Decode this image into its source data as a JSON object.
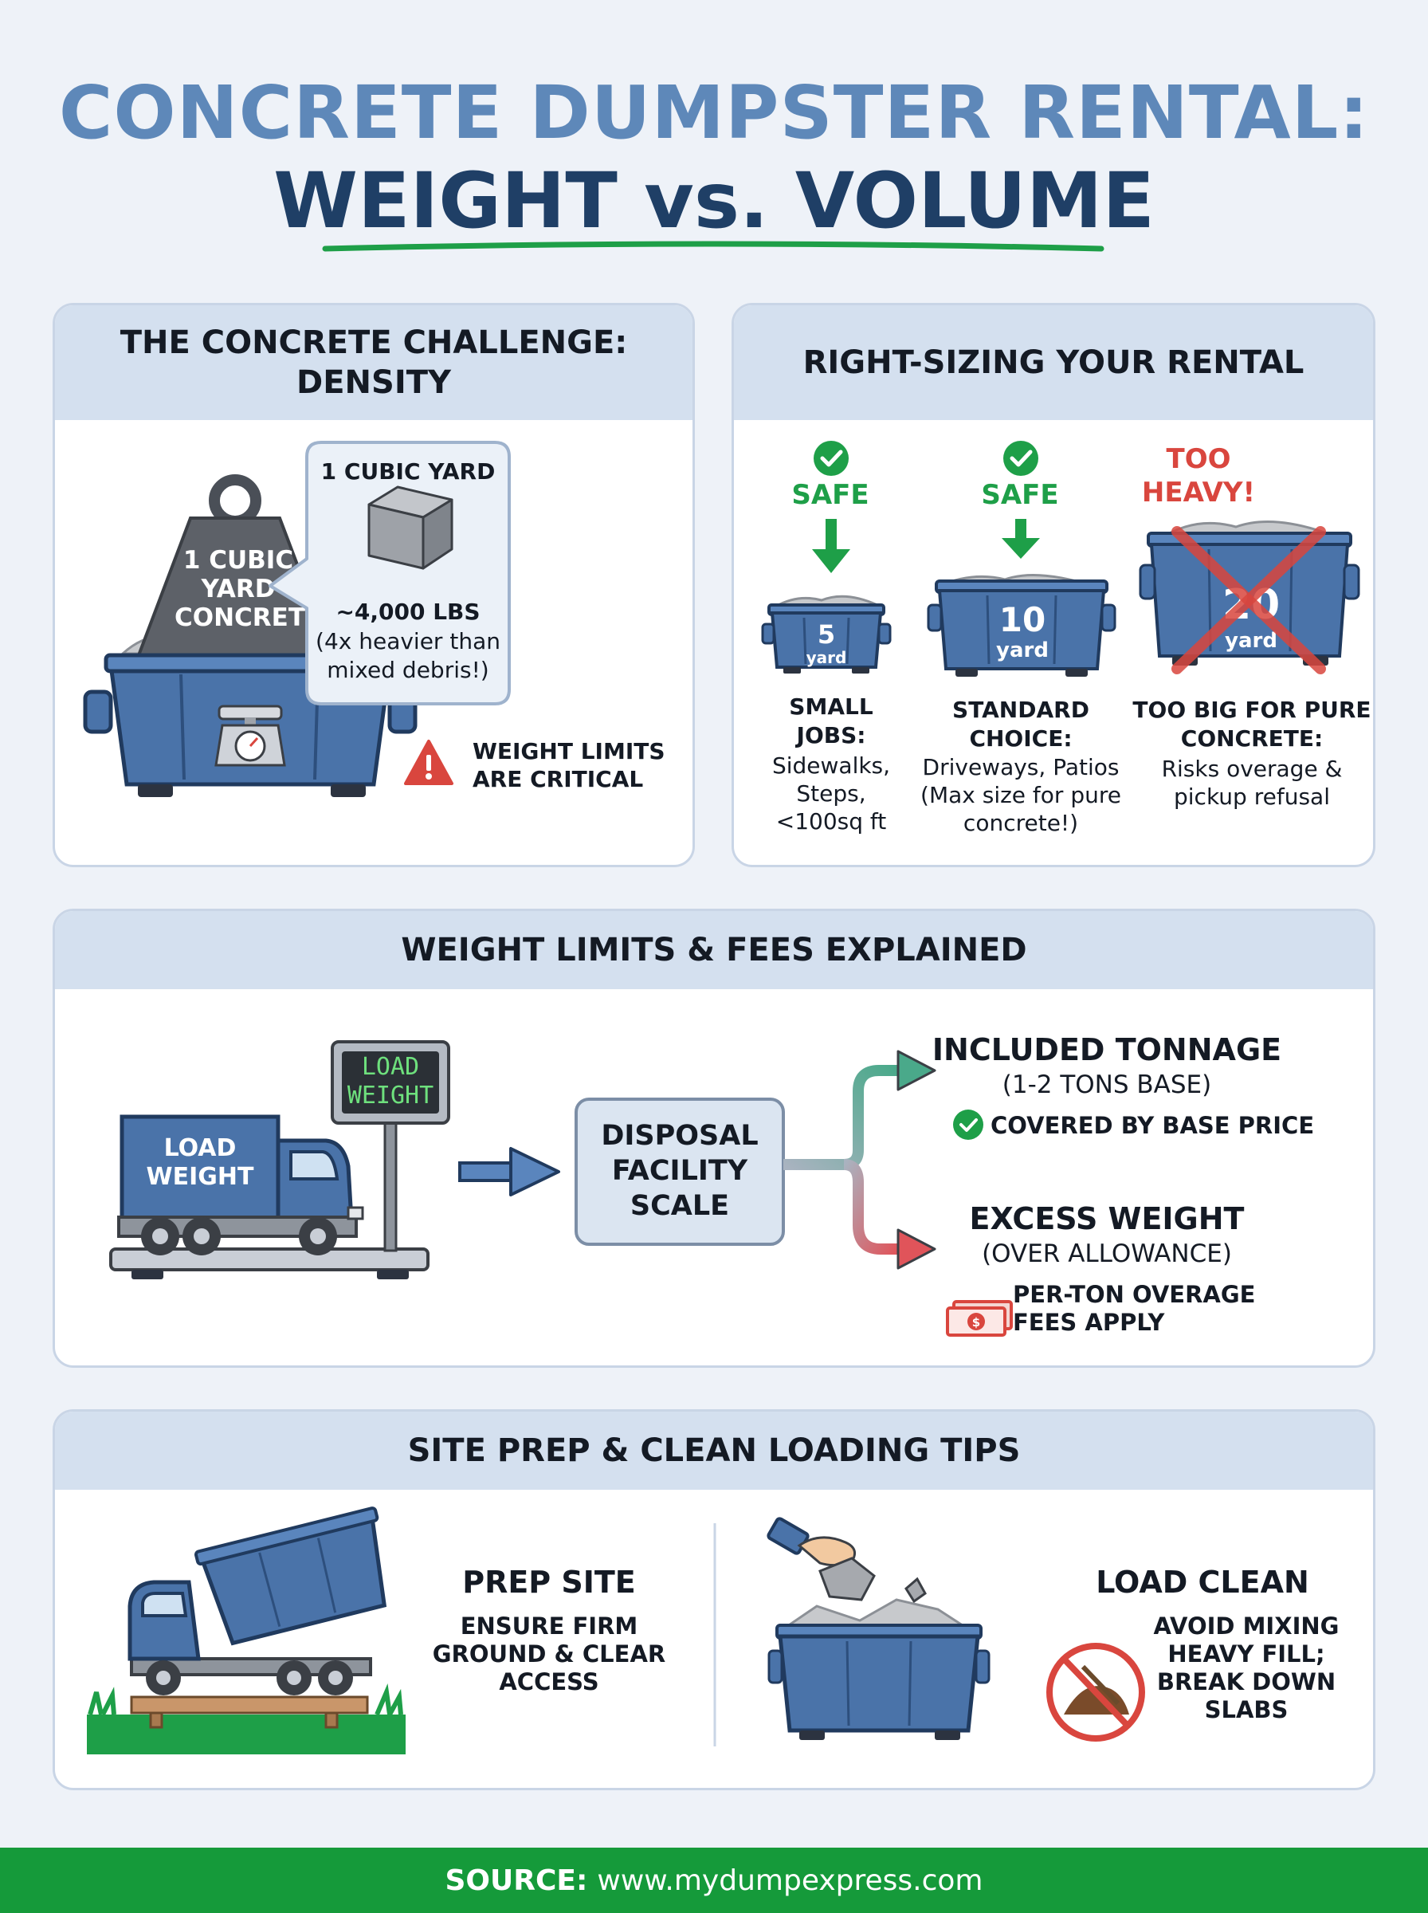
{
  "header": {
    "line1": "CONCRETE DUMPSTER RENTAL:",
    "line2": "WEIGHT vs. VOLUME"
  },
  "density": {
    "title": "THE CONCRETE CHALLENGE: DENSITY",
    "weight_label": "1 CUBIC YARD CONCRETE",
    "callout_title": "1 CUBIC YARD",
    "callout_weight": "~4,000 LBS",
    "callout_note": "(4x heavier than mixed debris!)",
    "warning": "WEIGHT LIMITS ARE CRITICAL"
  },
  "sizing": {
    "title": "RIGHT-SIZING YOUR RENTAL",
    "options": [
      {
        "status": "SAFE",
        "size": "5",
        "unit": "yard",
        "heading": "SMALL JOBS:",
        "desc": "Sidewalks, Steps, <100sq ft"
      },
      {
        "status": "SAFE",
        "size": "10",
        "unit": "yard",
        "heading": "STANDARD CHOICE:",
        "desc": "Driveways, Patios (Max size for pure concrete!)"
      },
      {
        "status": "TOO HEAVY!",
        "size": "20",
        "unit": "yard",
        "heading": "TOO BIG FOR PURE CONCRETE:",
        "desc": "Risks overage & pickup refusal"
      }
    ]
  },
  "fees": {
    "title": "WEIGHT LIMITS & FEES EXPLAINED",
    "truck_label": "LOAD WEIGHT",
    "display_text": "LOAD WEIGHT",
    "facility": "DISPOSAL FACILITY SCALE",
    "included_title": "INCLUDED TONNAGE",
    "included_sub": "(1-2 TONS BASE)",
    "included_note": "COVERED BY BASE PRICE",
    "excess_title": "EXCESS WEIGHT",
    "excess_sub": "(OVER ALLOWANCE)",
    "excess_note": "PER-TON OVERAGE FEES APPLY"
  },
  "tips": {
    "title": "SITE PREP & CLEAN LOADING TIPS",
    "prep_title": "PREP SITE",
    "prep_desc": "ENSURE FIRM GROUND & CLEAR ACCESS",
    "load_title": "LOAD CLEAN",
    "load_desc": "AVOID MIXING HEAVY FILL; BREAK DOWN SLABS"
  },
  "footer": {
    "label": "SOURCE:",
    "url": "www.mydumpexpress.com"
  },
  "colors": {
    "dumpster_blue": "#4a73a9",
    "dark_blue": "#1f3f66",
    "safe_green": "#1e9f48",
    "danger_red": "#d9463e",
    "footer_green": "#159a3a"
  }
}
